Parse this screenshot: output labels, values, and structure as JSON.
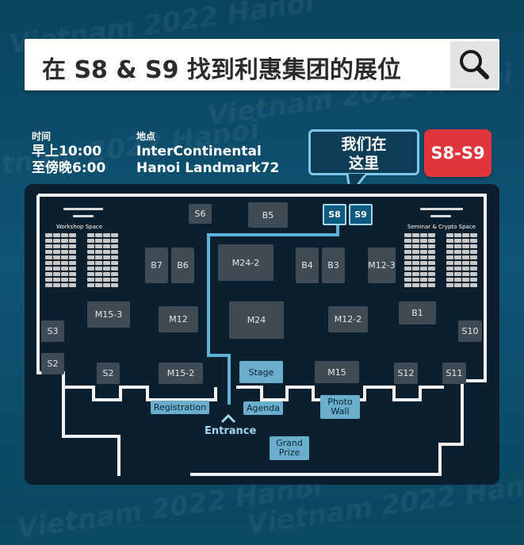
{
  "header": {
    "search_text": "在 S8 & S9 找到利惠集团的展位",
    "search_icon": "magnifier-icon"
  },
  "event": {
    "time_label": "时间",
    "time_line1": "早上10:00",
    "time_line2": "至傍晚6:00",
    "place_label": "地点",
    "place_line1": "InterContinental",
    "place_line2": "Hanoi Landmark72"
  },
  "callout": {
    "here_line1": "我们在",
    "here_line2": "这里",
    "badge": "S8-S9"
  },
  "watermark": "Vietnam 2022 Hanoi",
  "map": {
    "workshop": "Workshop Space",
    "seminar": "Seminar & Crypto Space",
    "entrance": "Entrance",
    "booths": {
      "s6": "S6",
      "b5": "B5",
      "s8": "S8",
      "s9": "S9",
      "b7": "B7",
      "b6": "B6",
      "m24_2": "M24-2",
      "b4": "B4",
      "b3": "B3",
      "m12_3": "M12-3",
      "m15_3": "M15-3",
      "m12": "M12",
      "m24": "M24",
      "m12_2": "M12-2",
      "b1": "B1",
      "s3": "S3",
      "s10": "S10",
      "s2a": "S2",
      "s2b": "S2",
      "m15_2": "M15-2",
      "stage": "Stage",
      "m15": "M15",
      "s12": "S12",
      "s11": "S11",
      "registration": "Registration",
      "agenda": "Agenda",
      "photo_wall_1": "Photo",
      "photo_wall_2": "Wall",
      "grand_prize_1": "Grand",
      "grand_prize_2": "Prize"
    }
  },
  "colors": {
    "background": "#0d4a66",
    "badge": "#e0363b",
    "highlight": "#9fd6ec",
    "map": "#0b1f2e"
  }
}
